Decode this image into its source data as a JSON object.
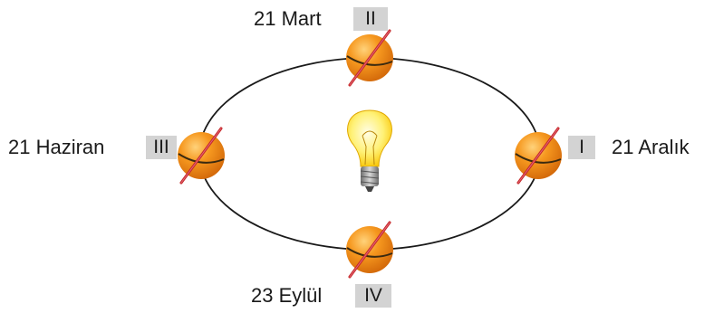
{
  "positions": [
    {
      "key": "march",
      "date": "21 Mart",
      "numeral": "II"
    },
    {
      "key": "june",
      "date": "21 Haziran",
      "numeral": "III"
    },
    {
      "key": "december",
      "date": "21 Aralık",
      "numeral": "I"
    },
    {
      "key": "september",
      "date": "23 Eylül",
      "numeral": "IV"
    }
  ],
  "colors": {
    "orbit": "#1a1a1a",
    "globe": "#f08a1c",
    "globe_highlight": "#ffc96b",
    "axis": "#c62828",
    "label_box": "#d3d3d3",
    "bulb_glass": "#fff176",
    "bulb_base": "#9e9e9e"
  },
  "icons": {
    "center": "light-bulb-icon",
    "globe": "globe-icon"
  }
}
